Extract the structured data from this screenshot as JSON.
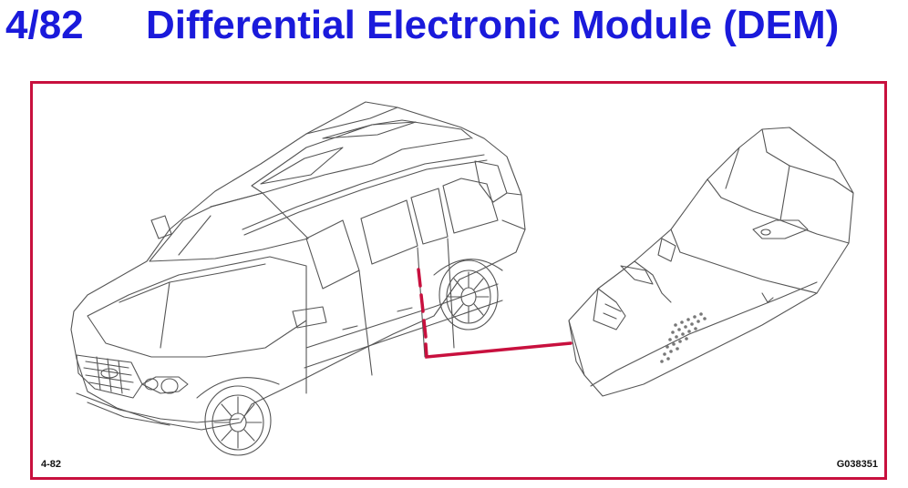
{
  "header": {
    "number": "4/82",
    "title": "Differential Electronic Module (DEM)"
  },
  "figure": {
    "left_label": "4-82",
    "right_label": "G038351"
  },
  "colors": {
    "title": "#1a1adb",
    "frame": "#c8103e",
    "line_art": "#555555",
    "leader": "#c8103e"
  }
}
